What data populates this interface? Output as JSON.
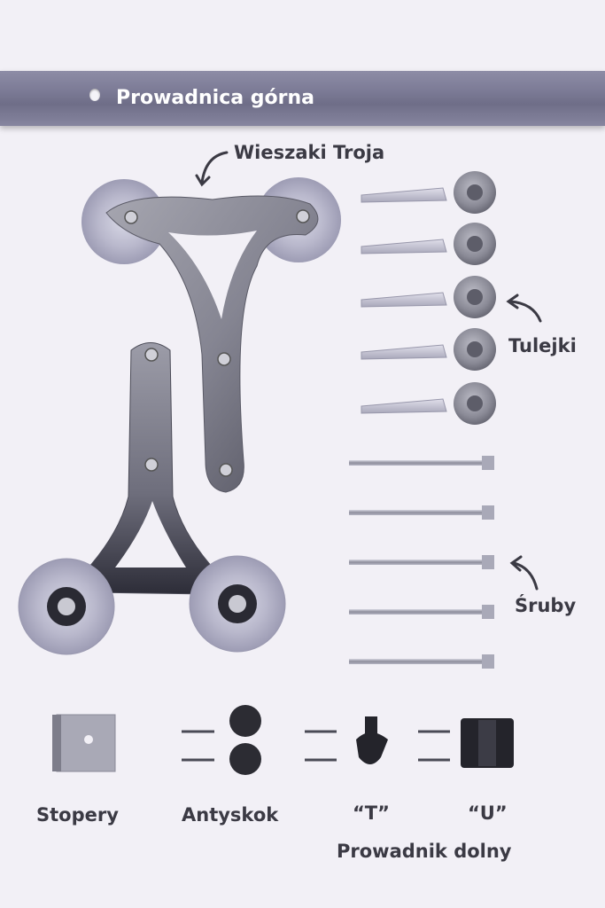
{
  "labels": {
    "rail": "Prowadnica górna",
    "hangers": "Wieszaki Troja",
    "bushings": "Tulejki",
    "screws": "Śruby",
    "stoppers": "Stopery",
    "antijump": "Antyskok",
    "guide_t": "“T”",
    "guide_u": "“U”",
    "bottom_guide": "Prowadnik dolny"
  },
  "colors": {
    "background": "#f2f0f6",
    "rail": "#7a7994",
    "text": "#3b3a44",
    "steel": "#9a9aa6",
    "dark_steel": "#3c3c48"
  }
}
